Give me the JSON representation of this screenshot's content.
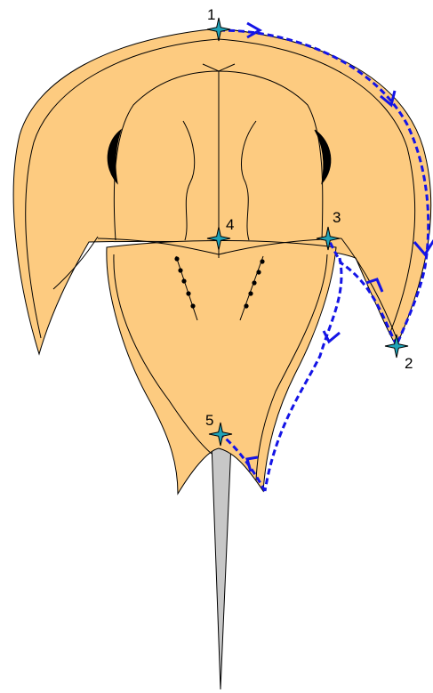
{
  "colors": {
    "body_fill": "#FDCB80",
    "outline": "#000000",
    "telson_fill": "#C7C7C7",
    "eye_fill": "#000000",
    "path_color": "#1414E6",
    "marker_fill": "#1FA3B8"
  },
  "points": [
    {
      "label": "1"
    },
    {
      "label": "2"
    },
    {
      "label": "3"
    },
    {
      "label": "4"
    },
    {
      "label": "5"
    }
  ],
  "icons": {
    "marker": "four-point-star-icon",
    "arrow": "chevron-arrow-icon"
  }
}
